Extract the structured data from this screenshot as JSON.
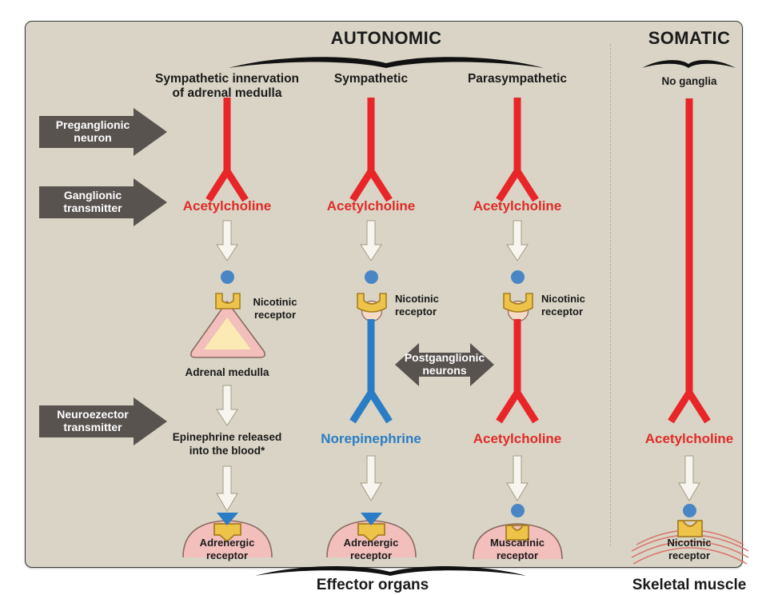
{
  "diagram": {
    "title_autonomic": "AUTONOMIC",
    "title_somatic": "SOMATIC",
    "bottom_effector": "Effector organs",
    "bottom_skeletal": "Skeletal muscle"
  },
  "row_labels": [
    {
      "line1": "Preganglionic",
      "line2": "neuron"
    },
    {
      "line1": "Ganglionic",
      "line2": "transmitter"
    },
    {
      "line1": "Neuroezector",
      "line2": "transmitter"
    }
  ],
  "postganglionic_label": {
    "line1": "Postganglionic",
    "line2": "neurons"
  },
  "columns": [
    {
      "title_line1": "Sympathetic innervation",
      "title_line2": "of adrenal medulla",
      "ganglionic_transmitter": "Acetylcholine",
      "ganglion_receptor_line1": "Nicotinic",
      "ganglion_receptor_line2": "receptor",
      "organ_label": "Adrenal medulla",
      "neuroeffector_line1": "Epinephrine released",
      "neuroeffector_line2": "into the blood*",
      "target_receptor_line1": "Adrenergic",
      "target_receptor_line2": "receptor",
      "preganglionic_color": "#e8262a",
      "postganglionic_color": "#e8262a"
    },
    {
      "title_line1": "Sympathetic",
      "title_line2": "",
      "ganglionic_transmitter": "Acetylcholine",
      "ganglion_receptor_line1": "Nicotinic",
      "ganglion_receptor_line2": "receptor",
      "organ_label": "",
      "neuroeffector_line1": "Norepinephrine",
      "neuroeffector_line2": "",
      "target_receptor_line1": "Adrenergic",
      "target_receptor_line2": "receptor",
      "preganglionic_color": "#e8262a",
      "postganglionic_color": "#2a7dc4"
    },
    {
      "title_line1": "Parasympathetic",
      "title_line2": "",
      "ganglionic_transmitter": "Acetylcholine",
      "ganglion_receptor_line1": "Nicotinic",
      "ganglion_receptor_line2": "receptor",
      "organ_label": "",
      "neuroeffector_line1": "Acetylcholine",
      "neuroeffector_line2": "",
      "target_receptor_line1": "Muscarinic",
      "target_receptor_line2": "receptor",
      "preganglionic_color": "#e8262a",
      "postganglionic_color": "#e8262a"
    },
    {
      "title_line1": "No ganglia",
      "title_line2": "",
      "ganglionic_transmitter": "",
      "ganglion_receptor_line1": "",
      "ganglion_receptor_line2": "",
      "organ_label": "",
      "neuroeffector_line1": "Acetylcholine",
      "neuroeffector_line2": "",
      "target_receptor_line1": "Nicotinic",
      "target_receptor_line2": "receptor",
      "preganglionic_color": "#e8262a",
      "postganglionic_color": "#e8262a"
    }
  ],
  "colors": {
    "background": "#d9d4c5",
    "nerve_red": "#e8262a",
    "nerve_blue": "#2a7dc4",
    "transmitter_red": "#e12b28",
    "transmitter_blue": "#2a7dc4",
    "gray_arrow": "#595350",
    "receptor_gold": "#edc34a",
    "tissue_pink": "#f2bfbc",
    "medulla_cream": "#fbeab4",
    "vesicle_blue": "#4a86c5"
  }
}
